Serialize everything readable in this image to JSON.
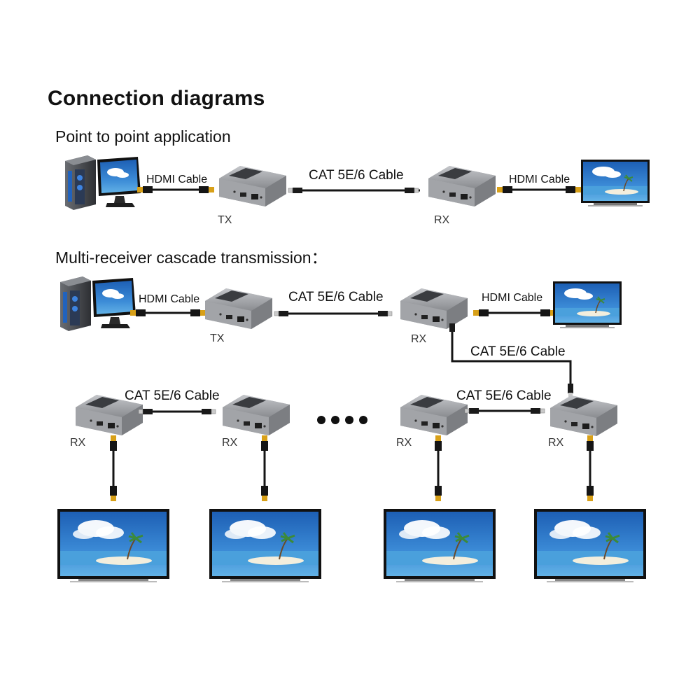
{
  "heading": "Connection diagrams",
  "sections": {
    "p2p": "Point to point application",
    "cascade": "Multi-receiver cascade transmission："
  },
  "labels": {
    "hdmi_cable": "HDMI Cable",
    "cat_cable": "CAT 5E/6 Cable",
    "tx": "TX",
    "rx": "RX"
  },
  "colors": {
    "cable": "#151515",
    "extender_body": "#8d8f93",
    "extender_top": "#b4b6ba",
    "hdmi_plug": "#d8a018",
    "sky": "#2a74c8",
    "sea": "#5aa8e0",
    "sand": "#f0ece0"
  }
}
